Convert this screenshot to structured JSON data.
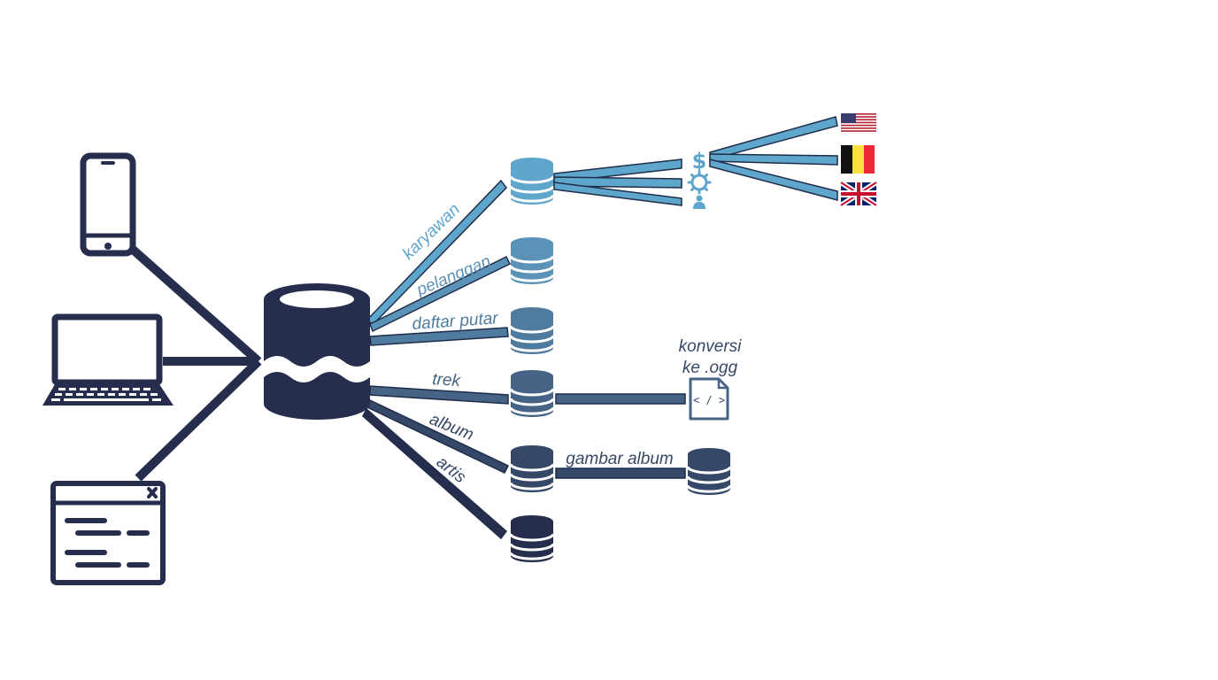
{
  "colors": {
    "navy": "#262d4d",
    "tier1": "#5fa6cc",
    "tier2": "#5b92b8",
    "tier3": "#4f7b9f",
    "tier4": "#466386",
    "tier5": "#354868",
    "tier6": "#262d4d",
    "outline": "#1f2d4a"
  },
  "clients": [
    {
      "id": "phone",
      "icon": "smartphone-icon"
    },
    {
      "id": "laptop",
      "icon": "laptop-icon"
    },
    {
      "id": "window",
      "icon": "app-window-icon"
    }
  ],
  "hub": {
    "icon": "data-lake-icon"
  },
  "tables": [
    {
      "label": "karyawan",
      "icon": "database-icon"
    },
    {
      "label": "pelanggan",
      "icon": "database-icon"
    },
    {
      "label": "daftar putar",
      "icon": "database-icon"
    },
    {
      "label": "trek",
      "icon": "database-icon"
    },
    {
      "label": "album",
      "icon": "database-icon"
    },
    {
      "label": "artis",
      "icon": "database-icon"
    }
  ],
  "karyawan_attributes": [
    {
      "icon": "dollar-icon",
      "glyph": "$"
    },
    {
      "icon": "gear-icon"
    },
    {
      "icon": "person-icon"
    }
  ],
  "flags": [
    {
      "icon": "us-flag-icon"
    },
    {
      "icon": "belgium-flag-icon"
    },
    {
      "icon": "uk-flag-icon"
    }
  ],
  "trek_target": {
    "label_line1": "konversi",
    "label_line2": "ke .ogg",
    "icon": "code-file-icon",
    "glyph": "< / >"
  },
  "album_target": {
    "label": "gambar album",
    "icon": "database-icon"
  }
}
